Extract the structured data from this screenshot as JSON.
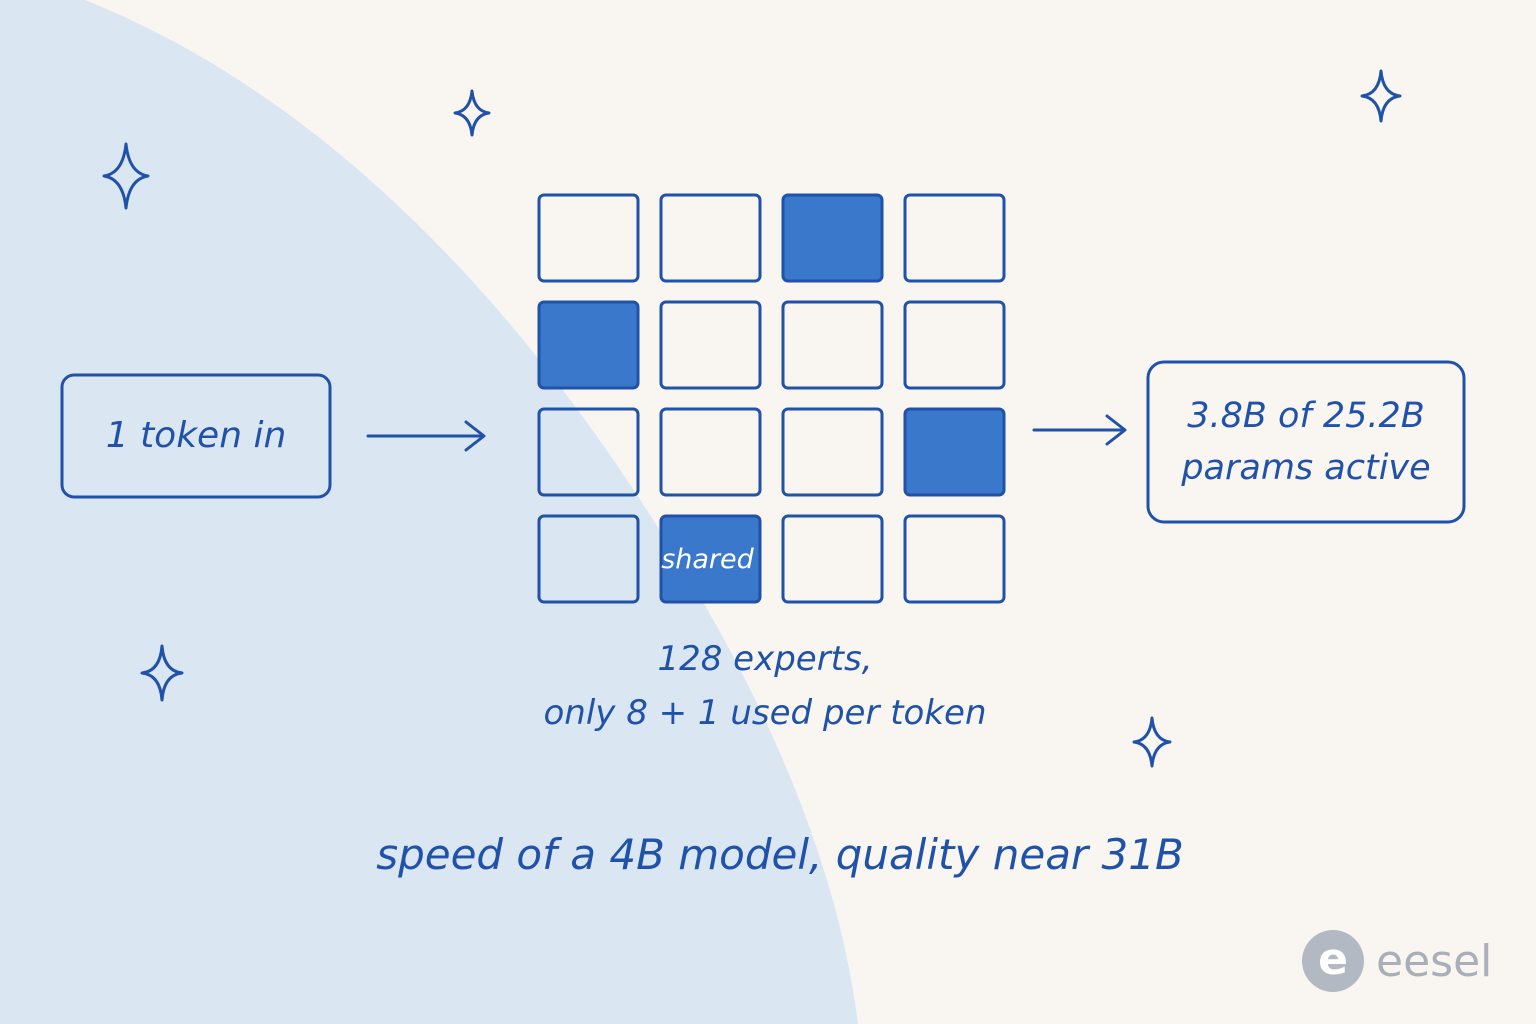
{
  "input": {
    "label": "1 token in"
  },
  "experts": {
    "cells": [
      {
        "row": 0,
        "col": 0,
        "active": false
      },
      {
        "row": 0,
        "col": 1,
        "active": false
      },
      {
        "row": 0,
        "col": 2,
        "active": true
      },
      {
        "row": 0,
        "col": 3,
        "active": false
      },
      {
        "row": 1,
        "col": 0,
        "active": true
      },
      {
        "row": 1,
        "col": 1,
        "active": false
      },
      {
        "row": 1,
        "col": 2,
        "active": false
      },
      {
        "row": 1,
        "col": 3,
        "active": false
      },
      {
        "row": 2,
        "col": 0,
        "active": false
      },
      {
        "row": 2,
        "col": 1,
        "active": false
      },
      {
        "row": 2,
        "col": 2,
        "active": false
      },
      {
        "row": 2,
        "col": 3,
        "active": true
      },
      {
        "row": 3,
        "col": 0,
        "active": false
      },
      {
        "row": 3,
        "col": 1,
        "active": true,
        "label": "shared"
      },
      {
        "row": 3,
        "col": 2,
        "active": false
      },
      {
        "row": 3,
        "col": 3,
        "active": false
      }
    ],
    "caption_line1": "128 experts,",
    "caption_line2": "only 8 + 1 used per token"
  },
  "output": {
    "line1": "3.8B of 25.2B",
    "line2": "params active"
  },
  "tagline": "speed of a 4B model, quality near 31B",
  "brand": {
    "mark": "e",
    "name": "eesel"
  },
  "colors": {
    "background": "#f9f6f1",
    "blob": "#dbe6f3",
    "ink": "#1f52a8",
    "fill": "#3a78cc",
    "brand": "#b3b9c2"
  }
}
